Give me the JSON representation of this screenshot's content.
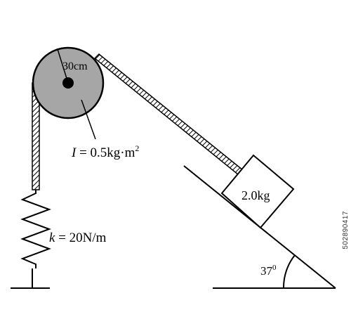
{
  "diagram": {
    "labels": {
      "radius": "30cm",
      "inertia_symbol": "I",
      "inertia_value": " = 0.5kg·m",
      "inertia_exp": "2",
      "spring_symbol": "k",
      "spring_value": " = 20N/m",
      "mass": "2.0kg",
      "angle": "37",
      "angle_deg": "0"
    }
  },
  "watermark": {
    "stock_id": "502890417"
  },
  "colors": {
    "pulley_fill": "#a6a6a6",
    "ink": "#000000",
    "background": "#ffffff"
  }
}
